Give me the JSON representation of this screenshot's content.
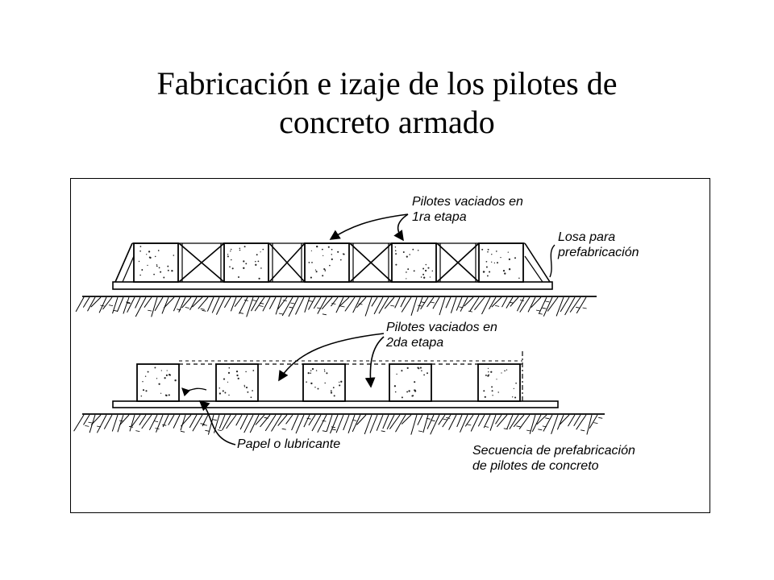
{
  "slide": {
    "title_line1": "Fabricación e izaje de los pilotes de",
    "title_line2": "concreto armado"
  },
  "diagram": {
    "label_stage1_line1": "Pilotes vaciados en",
    "label_stage1_line2": "1ra etapa",
    "label_slab_line1": "Losa para",
    "label_slab_line2": "prefabricación",
    "label_stage2_line1": "Pilotes vaciados en",
    "label_stage2_line2": "2da etapa",
    "label_paper": "Papel o lubricante",
    "caption_line1": "Secuencia de prefabricación",
    "caption_line2": "de pilotes de concreto"
  }
}
